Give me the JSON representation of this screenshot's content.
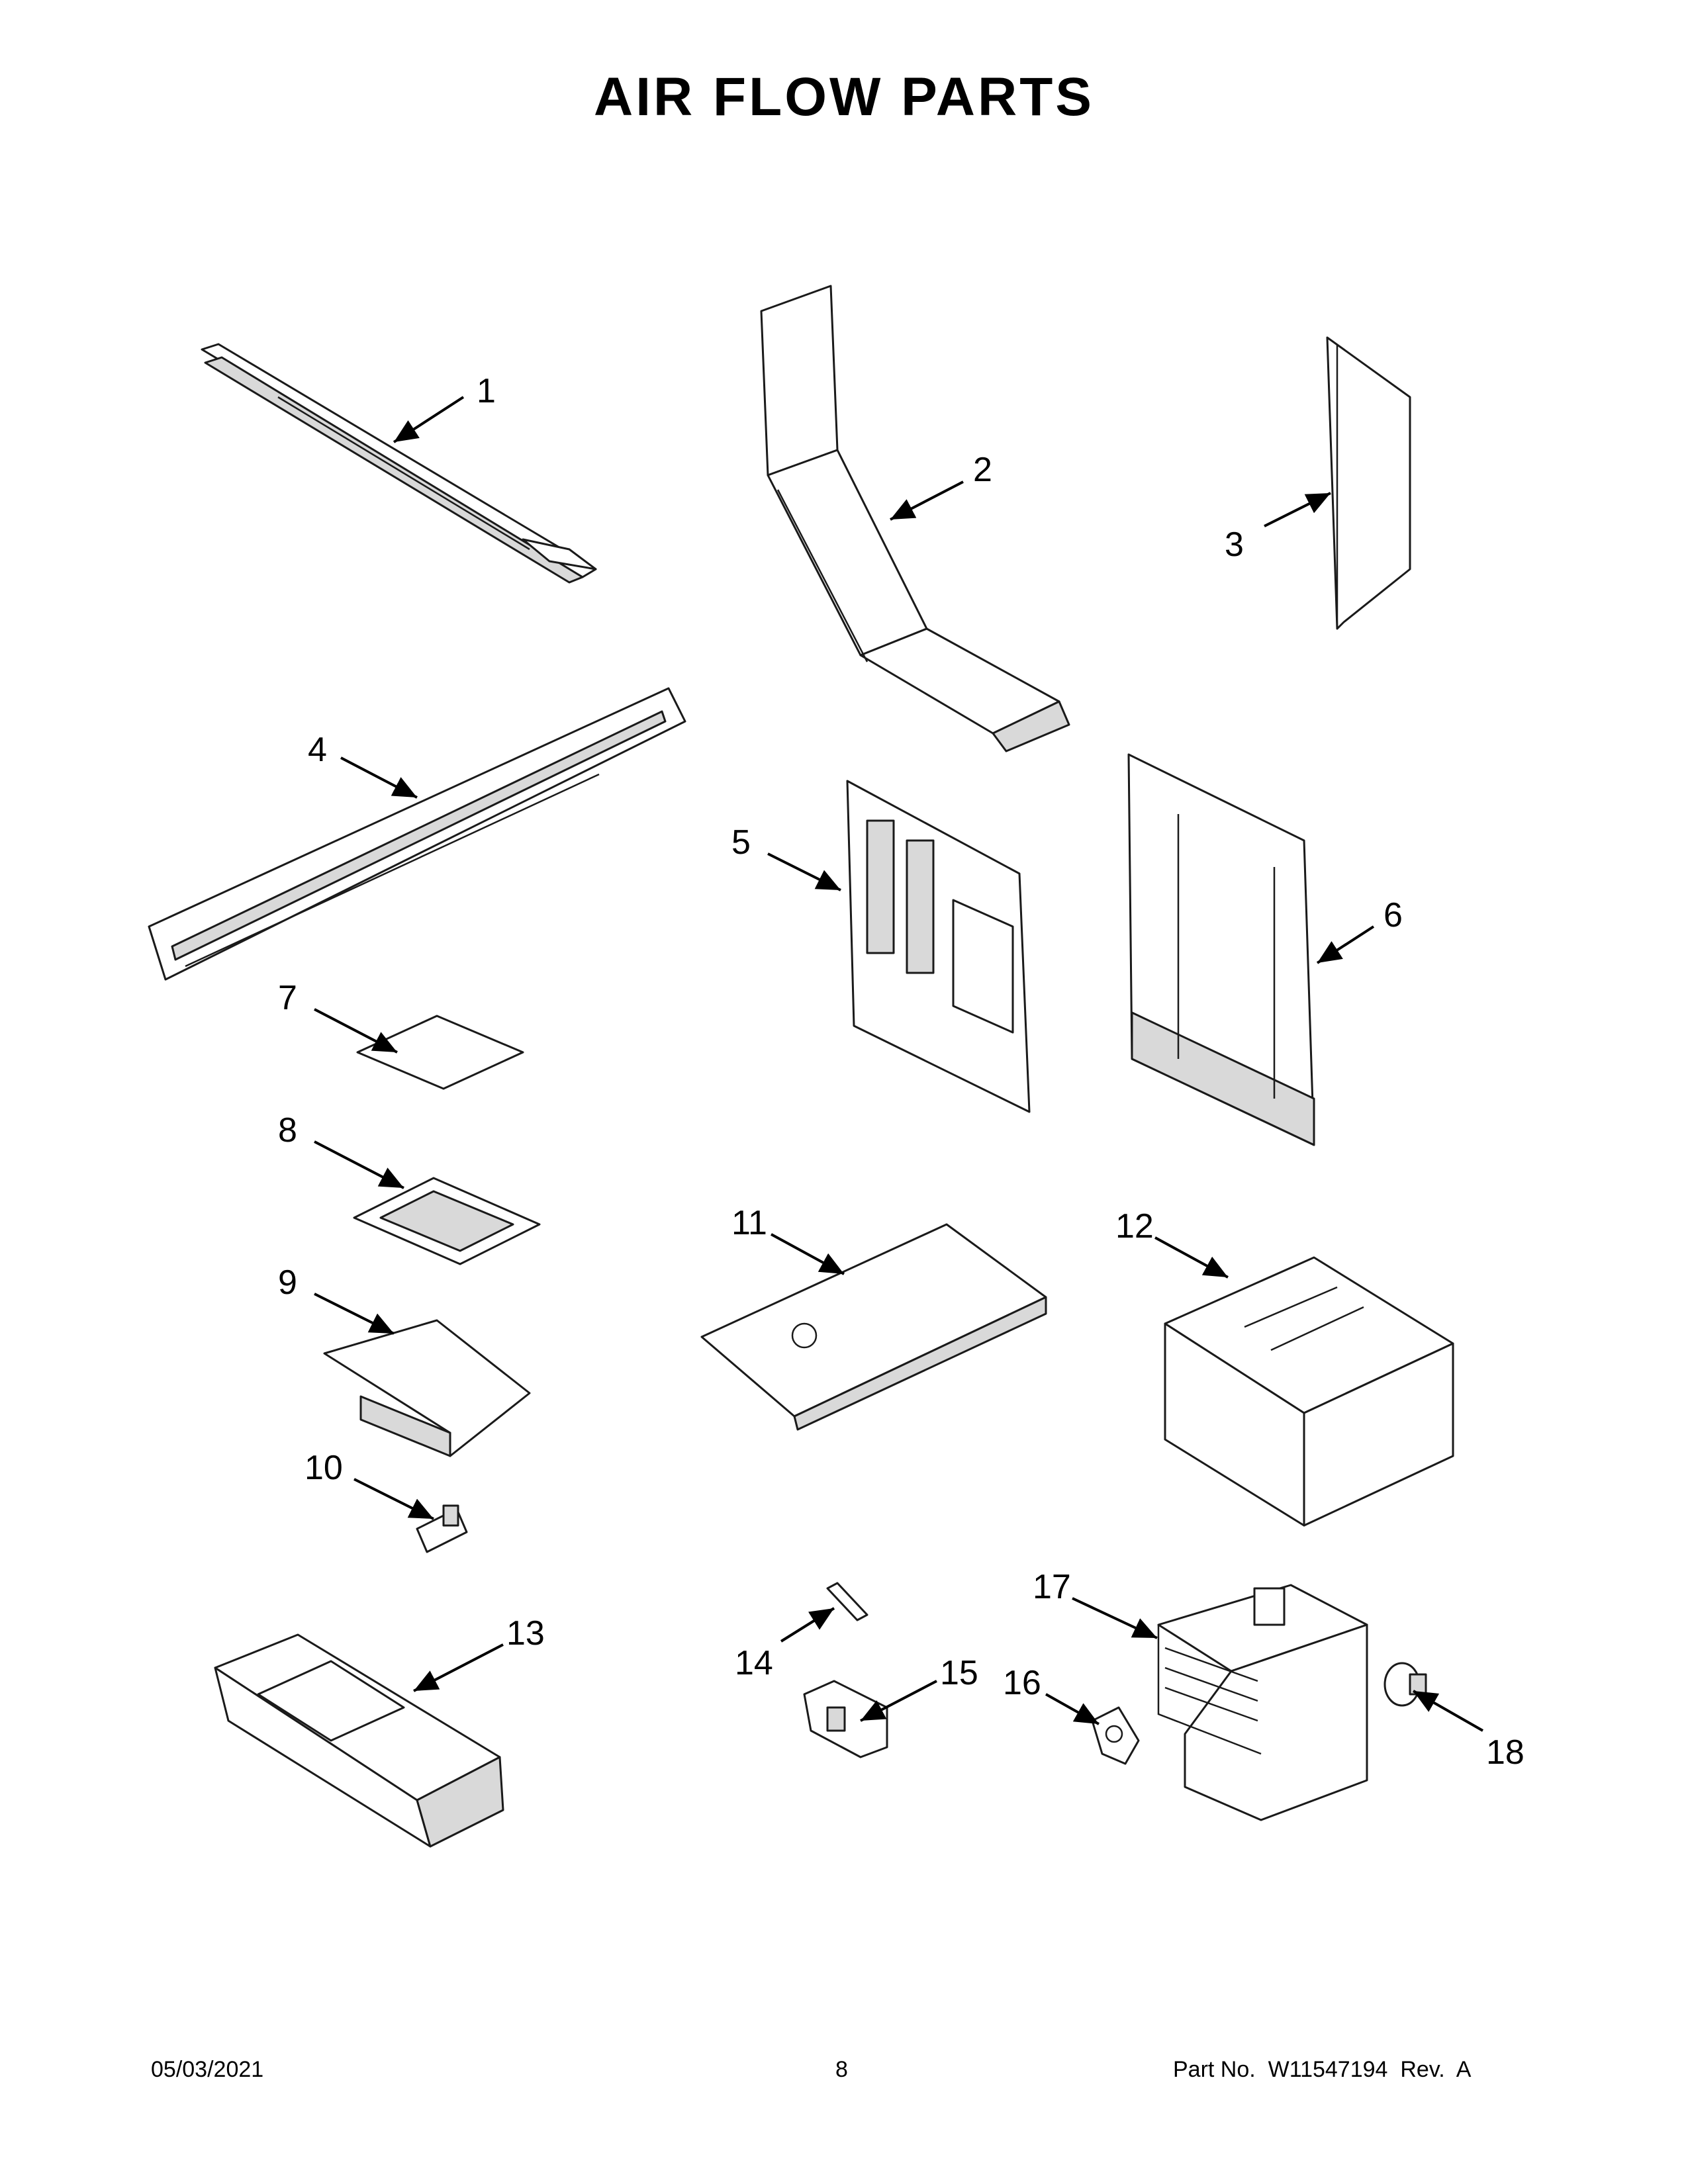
{
  "page": {
    "title": "AIR FLOW PARTS",
    "footer": {
      "date": "05/03/2021",
      "page_number": "8",
      "part_no": "Part No.  W11547194  Rev.  A"
    }
  },
  "parts": [
    {
      "number": "1",
      "icon": "rail-bracket-icon"
    },
    {
      "number": "2",
      "icon": "bent-duct-icon"
    },
    {
      "number": "3",
      "icon": "side-panel-icon"
    },
    {
      "number": "4",
      "icon": "long-channel-icon"
    },
    {
      "number": "5",
      "icon": "vent-panel-icon"
    },
    {
      "number": "6",
      "icon": "back-panel-icon"
    },
    {
      "number": "7",
      "icon": "filter-sheet-icon"
    },
    {
      "number": "8",
      "icon": "filter-frame-icon"
    },
    {
      "number": "9",
      "icon": "small-bracket-icon"
    },
    {
      "number": "10",
      "icon": "sensor-icon"
    },
    {
      "number": "11",
      "icon": "cover-plate-icon"
    },
    {
      "number": "12",
      "icon": "magnetron-bracket-icon"
    },
    {
      "number": "13",
      "icon": "fan-housing-icon"
    },
    {
      "number": "14",
      "icon": "pin-icon"
    },
    {
      "number": "15",
      "icon": "switch-icon"
    },
    {
      "number": "16",
      "icon": "clip-icon"
    },
    {
      "number": "17",
      "icon": "magnetron-icon"
    },
    {
      "number": "18",
      "icon": "thermostat-icon"
    }
  ]
}
